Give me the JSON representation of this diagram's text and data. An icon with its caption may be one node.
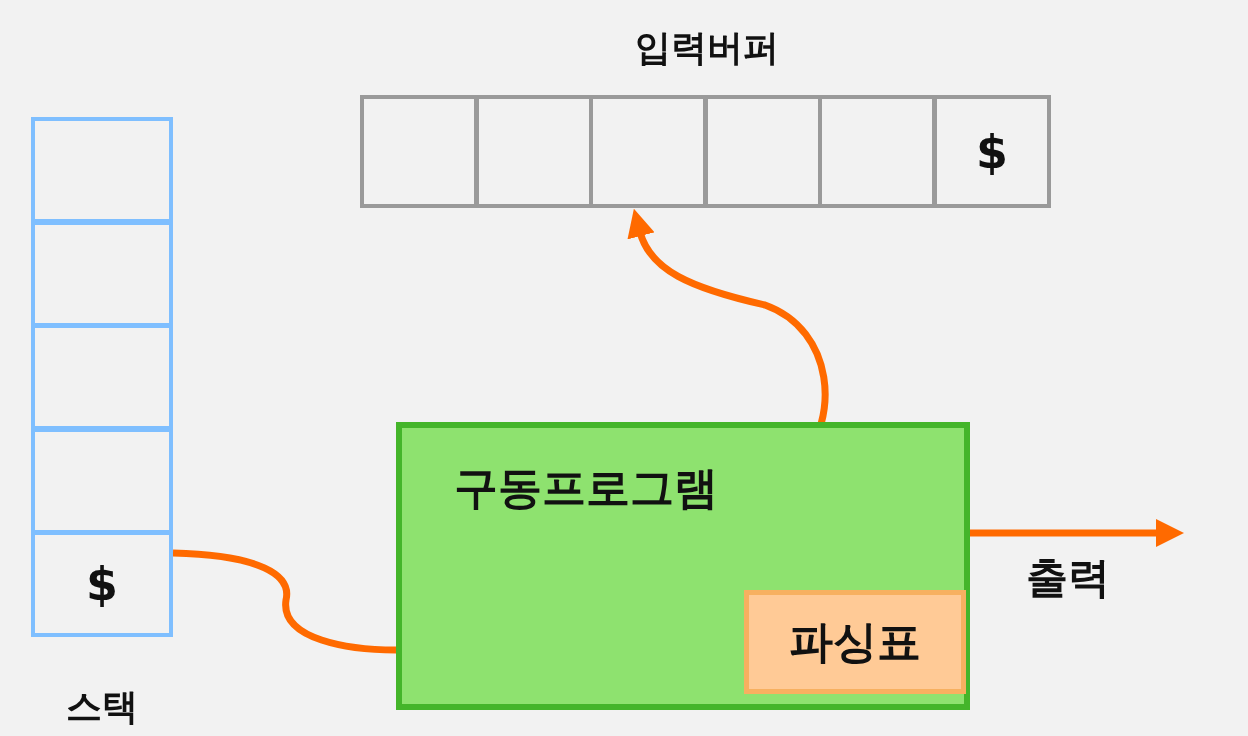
{
  "diagram": {
    "nodes": [
      {
        "text": [
          "스택"
        ]
      },
      {
        "text": [],
        "shape": "box",
        "in": 0
      },
      {
        "text": [],
        "shape": "box",
        "in": 0
      },
      {
        "text": [],
        "shape": "box",
        "in": 0
      },
      {
        "text": [],
        "shape": "box",
        "in": 0
      },
      {
        "text": [
          "$"
        ],
        "in": 0
      },
      {
        "text": [
          "입력버퍼"
        ]
      },
      {
        "text": [],
        "shape": "box",
        "in": 6
      },
      {
        "text": [],
        "shape": "box",
        "in": 6
      },
      {
        "text": [],
        "shape": "box",
        "in": 6
      },
      {
        "text": [],
        "shape": "box",
        "in": 6
      },
      {
        "text": [],
        "shape": "box",
        "in": 6
      },
      {
        "text": [
          "$"
        ],
        "in": 6
      },
      {
        "text": [
          "구동프로그램"
        ]
      },
      {
        "text": [
          "파싱표"
        ],
        "in": 13
      }
    ],
    "edges": [
      {
        "from": 5,
        "to": 13,
        "arrow": "none"
      },
      {
        "from": 13,
        "to": 9,
        "arrow": "to"
      },
      {
        "from": 13,
        "to": null,
        "arrow": "to",
        "label": "출력"
      }
    ]
  }
}
